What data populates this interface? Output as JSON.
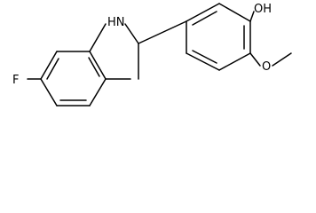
{
  "molecule": {
    "atom_labels": {
      "fluorine": "F",
      "amine": "HN",
      "hydroxyl": "OH",
      "ether_oxygen": "O"
    },
    "colors": {
      "bond": "#000000",
      "label": "#000000",
      "background": "#ffffff"
    }
  }
}
